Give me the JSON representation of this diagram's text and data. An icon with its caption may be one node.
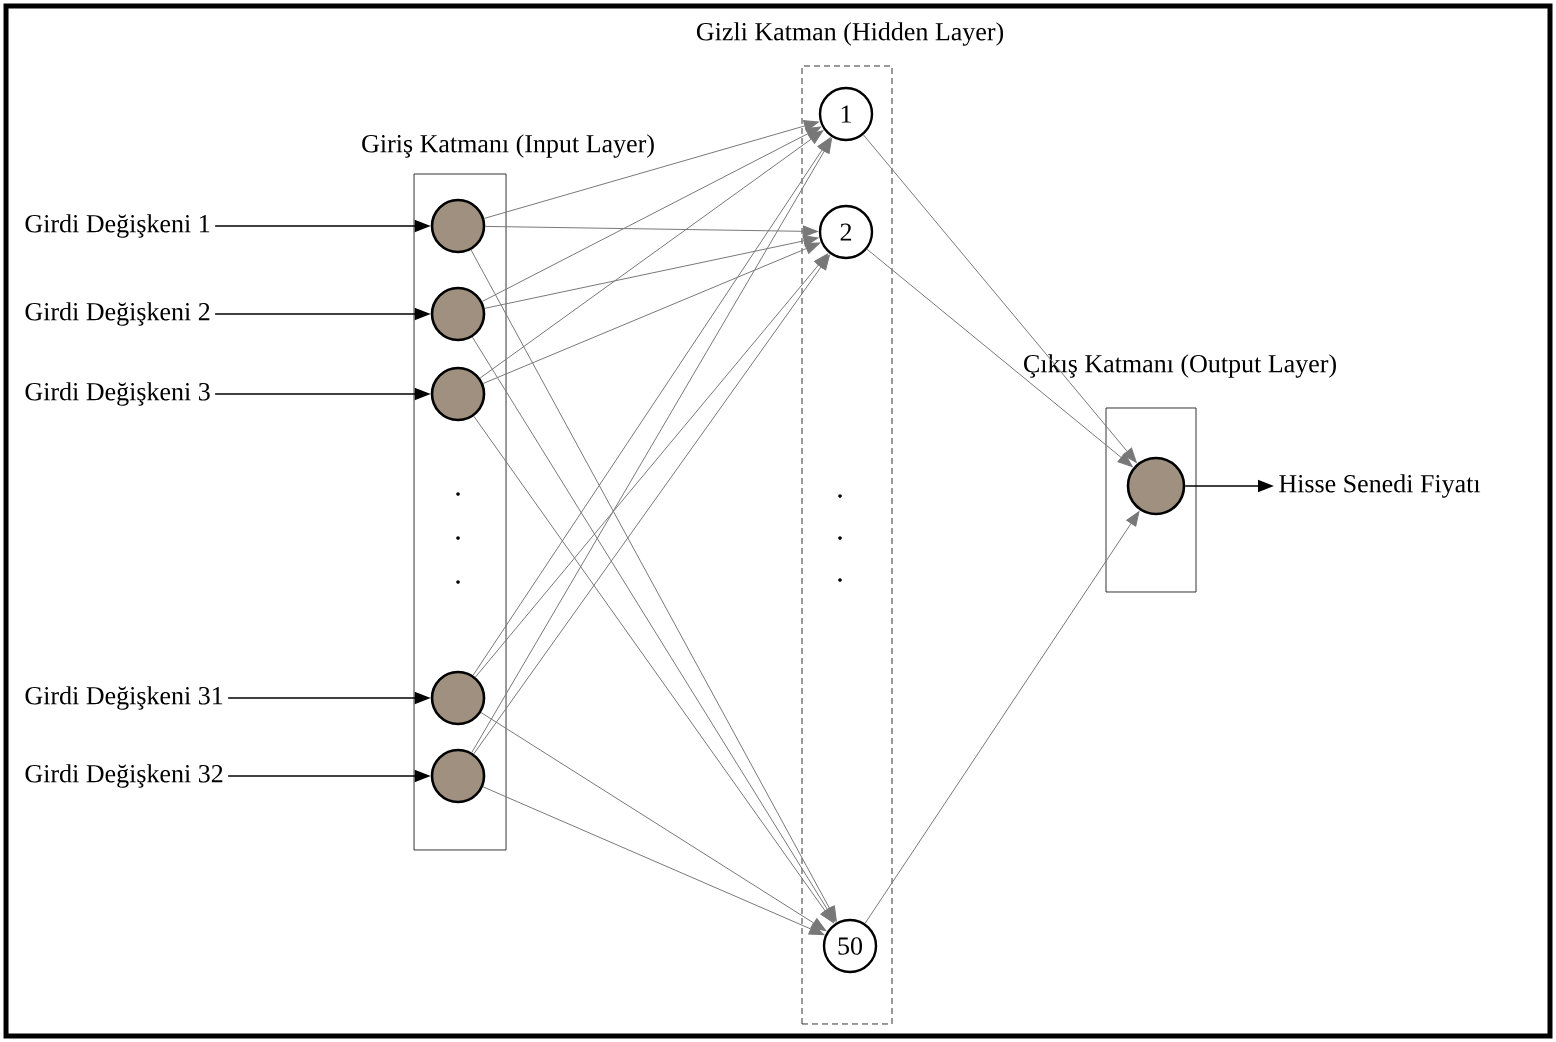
{
  "diagram": {
    "nodes": [
      {
        "text": [
          "Giriş Katmanı (Input Layer)"
        ]
      },
      {
        "text": [
          "Gizli Katman (Hidden Layer)"
        ]
      },
      {
        "text": [
          "Çıkış Katmanı (Output Layer)"
        ]
      },
      {
        "text": [
          "Girdi Değişkeni 1"
        ]
      },
      {
        "text": [
          "Girdi Değişkeni 2"
        ]
      },
      {
        "text": [
          "Girdi Değişkeni 3"
        ]
      },
      {
        "text": [
          "Girdi Değişkeni 31"
        ]
      },
      {
        "text": [
          "Girdi Değişkeni 32"
        ]
      },
      {
        "text": [],
        "shape": "circle",
        "in": 0
      },
      {
        "text": [],
        "shape": "circle",
        "in": 0
      },
      {
        "text": [],
        "shape": "circle",
        "in": 0
      },
      {
        "text": [],
        "shape": "circle",
        "in": 0
      },
      {
        "text": [],
        "shape": "circle",
        "in": 0
      },
      {
        "text": [
          "1"
        ],
        "in": 1
      },
      {
        "text": [
          "2"
        ],
        "in": 1
      },
      {
        "text": [
          "50"
        ],
        "in": 1
      },
      {
        "text": [],
        "shape": "circle",
        "in": 2
      },
      {
        "text": [
          "Hisse Senedi Fiyatı"
        ]
      }
    ],
    "edges": [
      {
        "from": 3,
        "to": 8,
        "arrow": "to",
        "color": "#000000"
      },
      {
        "from": 4,
        "to": 9,
        "arrow": "to",
        "color": "#000000"
      },
      {
        "from": 5,
        "to": 10,
        "arrow": "to",
        "color": "#000000"
      },
      {
        "from": 6,
        "to": 11,
        "arrow": "to",
        "color": "#000000"
      },
      {
        "from": 7,
        "to": 12,
        "arrow": "to",
        "color": "#000000"
      },
      {
        "from": 8,
        "to": 13,
        "arrow": "to"
      },
      {
        "from": 8,
        "to": 14,
        "arrow": "to"
      },
      {
        "from": 8,
        "to": 15,
        "arrow": "to"
      },
      {
        "from": 9,
        "to": 13,
        "arrow": "to"
      },
      {
        "from": 9,
        "to": 14,
        "arrow": "to"
      },
      {
        "from": 9,
        "to": 15,
        "arrow": "to"
      },
      {
        "from": 10,
        "to": 13,
        "arrow": "to"
      },
      {
        "from": 10,
        "to": 14,
        "arrow": "to"
      },
      {
        "from": 10,
        "to": 15,
        "arrow": "to"
      },
      {
        "from": 11,
        "to": 13,
        "arrow": "to"
      },
      {
        "from": 11,
        "to": 14,
        "arrow": "to"
      },
      {
        "from": 11,
        "to": 15,
        "arrow": "to"
      },
      {
        "from": 12,
        "to": 13,
        "arrow": "to"
      },
      {
        "from": 12,
        "to": 14,
        "arrow": "to"
      },
      {
        "from": 12,
        "to": 15,
        "arrow": "to"
      },
      {
        "from": 13,
        "to": 16,
        "arrow": "to"
      },
      {
        "from": 14,
        "to": 16,
        "arrow": "to"
      },
      {
        "from": 15,
        "to": 16,
        "arrow": "to"
      },
      {
        "from": 16,
        "to": 17,
        "arrow": "to",
        "color": "#000000"
      }
    ]
  }
}
